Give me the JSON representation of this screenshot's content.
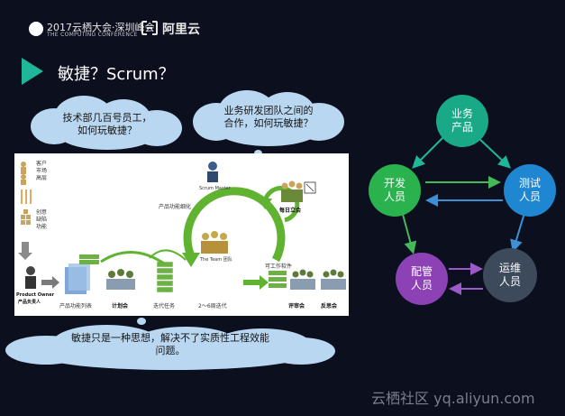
{
  "header": {
    "event_name": "2017云栖大会·深圳峰会",
    "event_subtitle": "THE COMPUTING CONFERENCE",
    "brand": "阿里云"
  },
  "slide_title": "敏捷？Scrum？",
  "clouds": {
    "left": [
      "技术部几百号员工，",
      "如何玩敏捷？"
    ],
    "right": [
      "业务研发团队之间的",
      "合作，如何玩敏捷？"
    ],
    "bottom": [
      "敏捷只是一种思想，解决不了实质性工程效能",
      "问题。"
    ]
  },
  "scrum_diagram": {
    "left_labels": [
      "客户\n市场\n高层",
      "创意\n缺陷\n功能"
    ],
    "product_owner": "Product Owner",
    "product_owner_cn": "产品负责人",
    "product_backlog": "产品功能列表",
    "planning": "计划会",
    "sprint_backlog": "迭代任务",
    "feature_refine": "产品功能细化",
    "scrum_master": "Scrum Master",
    "the_team": "The Team 团队",
    "sprint_length": "2～6周迭代",
    "daily_standup": "每日立会",
    "working_software": "可工作软件",
    "review": "评审会",
    "retrospective": "反思会"
  },
  "roles": {
    "business": [
      "业务",
      "产品"
    ],
    "dev": [
      "开发",
      "人员"
    ],
    "test": [
      "测试",
      "人员"
    ],
    "config": [
      "配管",
      "人员"
    ],
    "ops": [
      "运维",
      "人员"
    ]
  },
  "watermark": {
    "brand": "云栖社区",
    "url": "yq.aliyun.com"
  },
  "colors": {
    "background": "#0b0f1e",
    "accent_teal": "#1fb69a",
    "role_teal": "#1aa986",
    "role_green": "#2ab24f",
    "role_blue": "#1f86d2",
    "role_purple": "#8c42b4",
    "role_slate": "#3c4a5c",
    "cloud": "#b9d7f0"
  }
}
